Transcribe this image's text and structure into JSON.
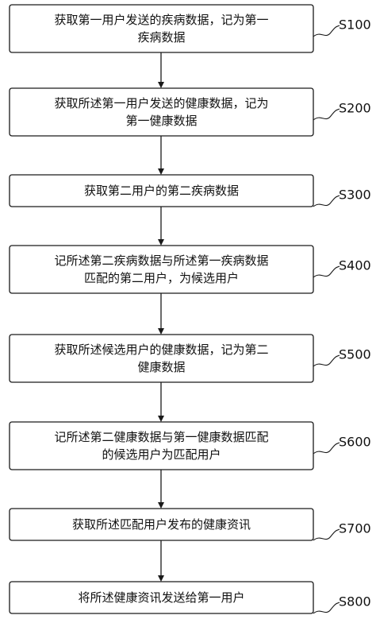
{
  "steps": [
    {
      "id": "s100",
      "label": "S100",
      "lines": [
        "获取第一用户发送的疾病数据，记为第一",
        "疾病数据"
      ]
    },
    {
      "id": "s200",
      "label": "S200",
      "lines": [
        "获取所述第一用户发送的健康数据，记为",
        "第一健康数据"
      ]
    },
    {
      "id": "s300",
      "label": "S300",
      "lines": [
        "获取第二用户的第二疾病数据"
      ]
    },
    {
      "id": "s400",
      "label": "S400",
      "lines": [
        "记所述第二疾病数据与所述第一疾病数据",
        "匹配的第二用户，为候选用户"
      ]
    },
    {
      "id": "s500",
      "label": "S500",
      "lines": [
        "获取所述候选用户的健康数据，记为第二",
        "健康数据"
      ]
    },
    {
      "id": "s600",
      "label": "S600",
      "lines": [
        "记所述第二健康数据与第一健康数据匹配",
        "的候选用户为匹配用户"
      ]
    },
    {
      "id": "s700",
      "label": "S700",
      "lines": [
        "获取所述匹配用户发布的健康资讯"
      ]
    },
    {
      "id": "s800",
      "label": "S800",
      "lines": [
        "将所述健康资讯发送给第一用户"
      ]
    }
  ]
}
